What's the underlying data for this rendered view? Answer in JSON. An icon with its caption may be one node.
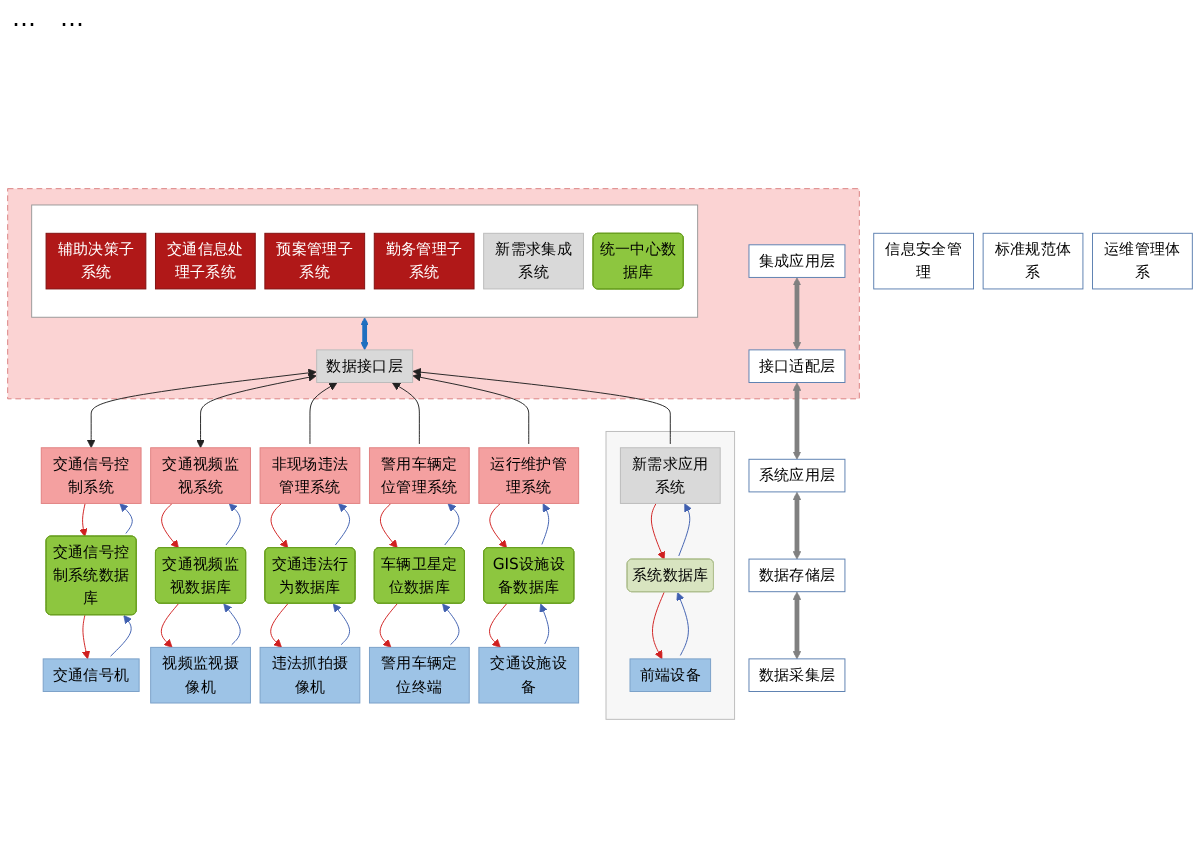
{
  "diagram": {
    "nodes": [
      {
        "text": [],
        "shape": "box"
      },
      {
        "text": [
          "集成应用层"
        ],
        "in": 0
      },
      {
        "text": [],
        "shape": "box",
        "in": 0
      },
      {
        "text": [
          "辅助决策子系统"
        ],
        "in": 2
      },
      {
        "text": [
          "交通信息处理子系统"
        ],
        "in": 2
      },
      {
        "text": [
          "预案管理子系统"
        ],
        "in": 2
      },
      {
        "text": [
          "勤务管理子系统"
        ],
        "in": 2
      },
      {
        "text": [
          "新需求集成系统"
        ],
        "in": 2
      },
      {
        "text": [
          "统一中心数据库"
        ],
        "in": 2
      },
      {
        "text": [
          "接口适配层"
        ],
        "in": 0
      },
      {
        "text": [
          "数据接口层"
        ],
        "in": 0
      },
      {
        "text": [
          "系统应用层"
        ]
      },
      {
        "text": [
          "交通信号控制系统"
        ]
      },
      {
        "text": [
          "交通视频监视系统"
        ]
      },
      {
        "text": [
          "非现场违法管理系统"
        ]
      },
      {
        "text": [
          "警用车辆定位管理系统"
        ]
      },
      {
        "text": [
          "运行维护管理系统"
        ]
      },
      {
        "text": [],
        "shape": "box"
      },
      {
        "text": [
          "新需求应用系统"
        ],
        "in": 17
      },
      {
        "text": [
          "数据存储层"
        ]
      },
      {
        "text": [
          "交通信号控制系统数据库"
        ]
      },
      {
        "text": [
          "交通视频监视数据库"
        ]
      },
      {
        "text": [
          "交通违法行为数据库"
        ]
      },
      {
        "text": [
          "车辆卫星定位数据库"
        ]
      },
      {
        "text": [
          "GIS设施设备数据库"
        ]
      },
      {
        "text": [
          "系统数据库"
        ],
        "in": 17
      },
      {
        "text": [
          "数据采集层"
        ]
      },
      {
        "text": [
          "交通信号机"
        ]
      },
      {
        "text": [
          "视频监视摄像机"
        ]
      },
      {
        "text": [
          "违法抓拍摄像机"
        ]
      },
      {
        "text": [
          "警用车辆定位终端"
        ]
      },
      {
        "text": [
          "交通设施设备"
        ]
      },
      {
        "text": [
          "前端设备"
        ],
        "in": 17
      },
      {
        "text": [
          "信息安全管理"
        ]
      },
      {
        "text": [
          "标准规范体系"
        ]
      },
      {
        "text": [
          "运维管理体系"
        ]
      }
    ],
    "edges": [
      {
        "from": 1,
        "to": 9,
        "arrow": "both",
        "style": "thick",
        "color": "#808080"
      },
      {
        "from": 9,
        "to": 11,
        "arrow": "both",
        "style": "thick",
        "color": "#808080"
      },
      {
        "from": 11,
        "to": 19,
        "arrow": "both",
        "style": "thick",
        "color": "#808080"
      },
      {
        "from": 19,
        "to": 26,
        "arrow": "both",
        "style": "thick",
        "color": "#808080"
      },
      {
        "from": 2,
        "to": 10,
        "arrow": "both",
        "style": "thick",
        "color": "#1f6fc0"
      },
      {
        "from": 12,
        "to": 10,
        "arrow": "both",
        "color": "#222222"
      },
      {
        "from": 13,
        "to": 10,
        "arrow": "both",
        "color": "#222222"
      },
      {
        "from": 14,
        "to": 10,
        "arrow": "to",
        "color": "#222222"
      },
      {
        "from": 15,
        "to": 10,
        "arrow": "to",
        "color": "#222222"
      },
      {
        "from": 16,
        "to": 10,
        "arrow": "to",
        "color": "#222222"
      },
      {
        "from": 18,
        "to": 10,
        "arrow": "to",
        "color": "#222222"
      },
      {
        "from": 12,
        "to": 20,
        "arrow": "to",
        "color": "#d02020"
      },
      {
        "from": 20,
        "to": 12,
        "arrow": "to",
        "color": "#4060b0"
      },
      {
        "from": 13,
        "to": 21,
        "arrow": "to",
        "color": "#d02020"
      },
      {
        "from": 21,
        "to": 13,
        "arrow": "to",
        "color": "#4060b0"
      },
      {
        "from": 14,
        "to": 22,
        "arrow": "to",
        "color": "#d02020"
      },
      {
        "from": 22,
        "to": 14,
        "arrow": "to",
        "color": "#4060b0"
      },
      {
        "from": 15,
        "to": 23,
        "arrow": "to",
        "color": "#d02020"
      },
      {
        "from": 23,
        "to": 15,
        "arrow": "to",
        "color": "#4060b0"
      },
      {
        "from": 16,
        "to": 24,
        "arrow": "to",
        "color": "#d02020"
      },
      {
        "from": 24,
        "to": 16,
        "arrow": "to",
        "color": "#4060b0"
      },
      {
        "from": 18,
        "to": 25,
        "arrow": "to",
        "color": "#d02020"
      },
      {
        "from": 25,
        "to": 18,
        "arrow": "to",
        "color": "#4060b0"
      },
      {
        "from": 20,
        "to": 27,
        "arrow": "to",
        "color": "#d02020"
      },
      {
        "from": 27,
        "to": 20,
        "arrow": "to",
        "color": "#4060b0"
      },
      {
        "from": 21,
        "to": 28,
        "arrow": "to",
        "color": "#d02020"
      },
      {
        "from": 28,
        "to": 21,
        "arrow": "to",
        "color": "#4060b0"
      },
      {
        "from": 22,
        "to": 29,
        "arrow": "to",
        "color": "#d02020"
      },
      {
        "from": 29,
        "to": 22,
        "arrow": "to",
        "color": "#4060b0"
      },
      {
        "from": 23,
        "to": 30,
        "arrow": "to",
        "color": "#d02020"
      },
      {
        "from": 30,
        "to": 23,
        "arrow": "to",
        "color": "#4060b0"
      },
      {
        "from": 24,
        "to": 31,
        "arrow": "to",
        "color": "#d02020"
      },
      {
        "from": 31,
        "to": 24,
        "arrow": "to",
        "color": "#4060b0"
      },
      {
        "from": 25,
        "to": 32,
        "arrow": "to",
        "color": "#d02020"
      },
      {
        "from": 32,
        "to": 25,
        "arrow": "to",
        "color": "#4060b0"
      }
    ],
    "labels": [
      "…",
      "…"
    ]
  }
}
